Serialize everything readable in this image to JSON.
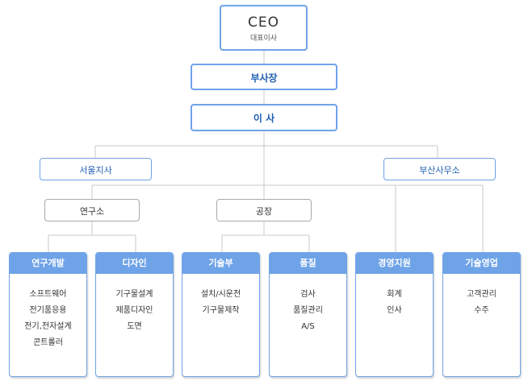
{
  "ceo": {
    "title": "CEO",
    "subtitle": "대표이사"
  },
  "vice_president": "부사장",
  "director": "이 사",
  "branches": {
    "seoul": "서울지사",
    "busan": "부산사무소"
  },
  "units": {
    "research": "연구소",
    "factory": "공장"
  },
  "departments": [
    {
      "name": "연구개발",
      "items": [
        "소프트웨어",
        "전기품응용",
        "전기,전자설계",
        "콘트롤러"
      ]
    },
    {
      "name": "디자인",
      "items": [
        "기구물설계",
        "제품디자인",
        "도면"
      ]
    },
    {
      "name": "기술부",
      "items": [
        "설치/시운전",
        "기구물제작"
      ]
    },
    {
      "name": "품질",
      "items": [
        "검사",
        "품질관리",
        "A/S"
      ]
    },
    {
      "name": "경영지원",
      "items": [
        "회계",
        "인사"
      ]
    },
    {
      "name": "기술영업",
      "items": [
        "고객관리",
        "수주"
      ]
    }
  ]
}
